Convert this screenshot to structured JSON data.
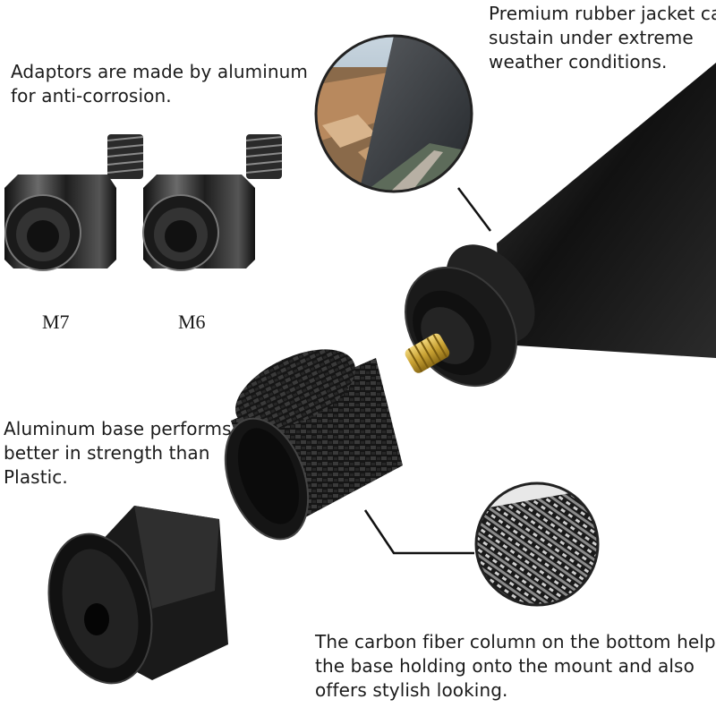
{
  "captions": {
    "weather": {
      "line1": "Premium rubber jacket can",
      "line2": "sustain under extreme",
      "line3": "weather conditions."
    },
    "adaptors": {
      "line1": "Adaptors are made by aluminum",
      "line2": "for anti-corrosion."
    },
    "base": {
      "line1": "Aluminum base performs",
      "line2": "better in strength than",
      "line3": "Plastic."
    },
    "carbon": {
      "line1": "The carbon fiber column on the bottom helps",
      "line2": "the base holding onto the mount and also",
      "line3": "offers stylish looking."
    }
  },
  "adaptor_sizes": {
    "m7": "M7",
    "m6": "M6"
  },
  "colors": {
    "background": "#ffffff",
    "rubber": "#1c1c1c",
    "brass": "#c9a233",
    "aluminum": "#2a2a2a"
  }
}
